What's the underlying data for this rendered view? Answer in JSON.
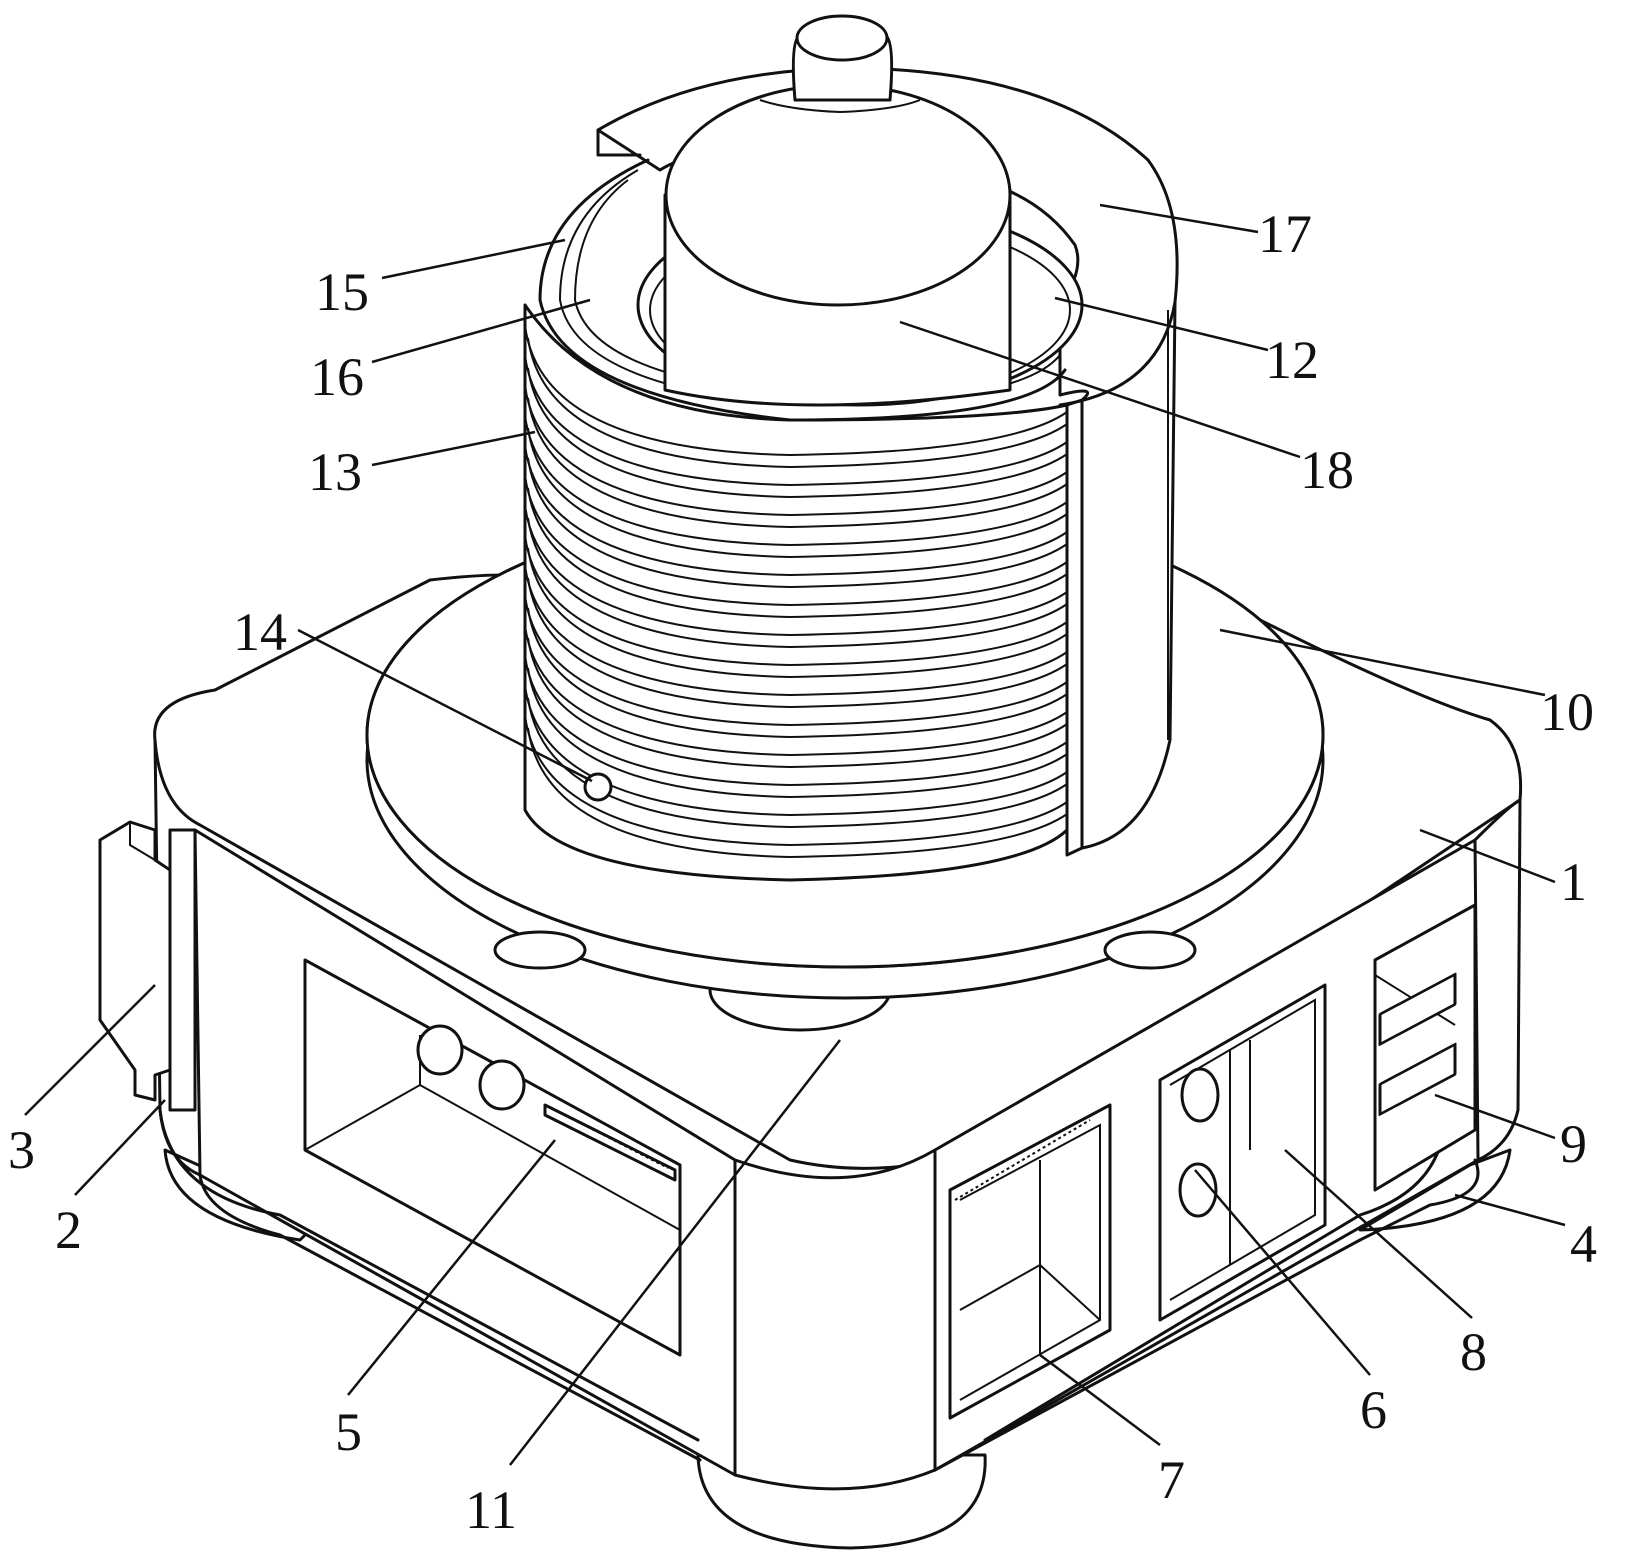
{
  "figure": {
    "labels": [
      {
        "id": "label-1",
        "text": "1"
      },
      {
        "id": "label-2",
        "text": "2"
      },
      {
        "id": "label-3",
        "text": "3"
      },
      {
        "id": "label-4",
        "text": "4"
      },
      {
        "id": "label-5",
        "text": "5"
      },
      {
        "id": "label-6",
        "text": "6"
      },
      {
        "id": "label-7",
        "text": "7"
      },
      {
        "id": "label-8",
        "text": "8"
      },
      {
        "id": "label-9",
        "text": "9"
      },
      {
        "id": "label-10",
        "text": "10"
      },
      {
        "id": "label-11",
        "text": "11"
      },
      {
        "id": "label-12",
        "text": "12"
      },
      {
        "id": "label-13",
        "text": "13"
      },
      {
        "id": "label-14",
        "text": "14"
      },
      {
        "id": "label-15",
        "text": "15"
      },
      {
        "id": "label-16",
        "text": "16"
      },
      {
        "id": "label-17",
        "text": "17"
      },
      {
        "id": "label-18",
        "text": "18"
      }
    ]
  },
  "colors": {
    "line": "#111111",
    "background": "#ffffff"
  }
}
